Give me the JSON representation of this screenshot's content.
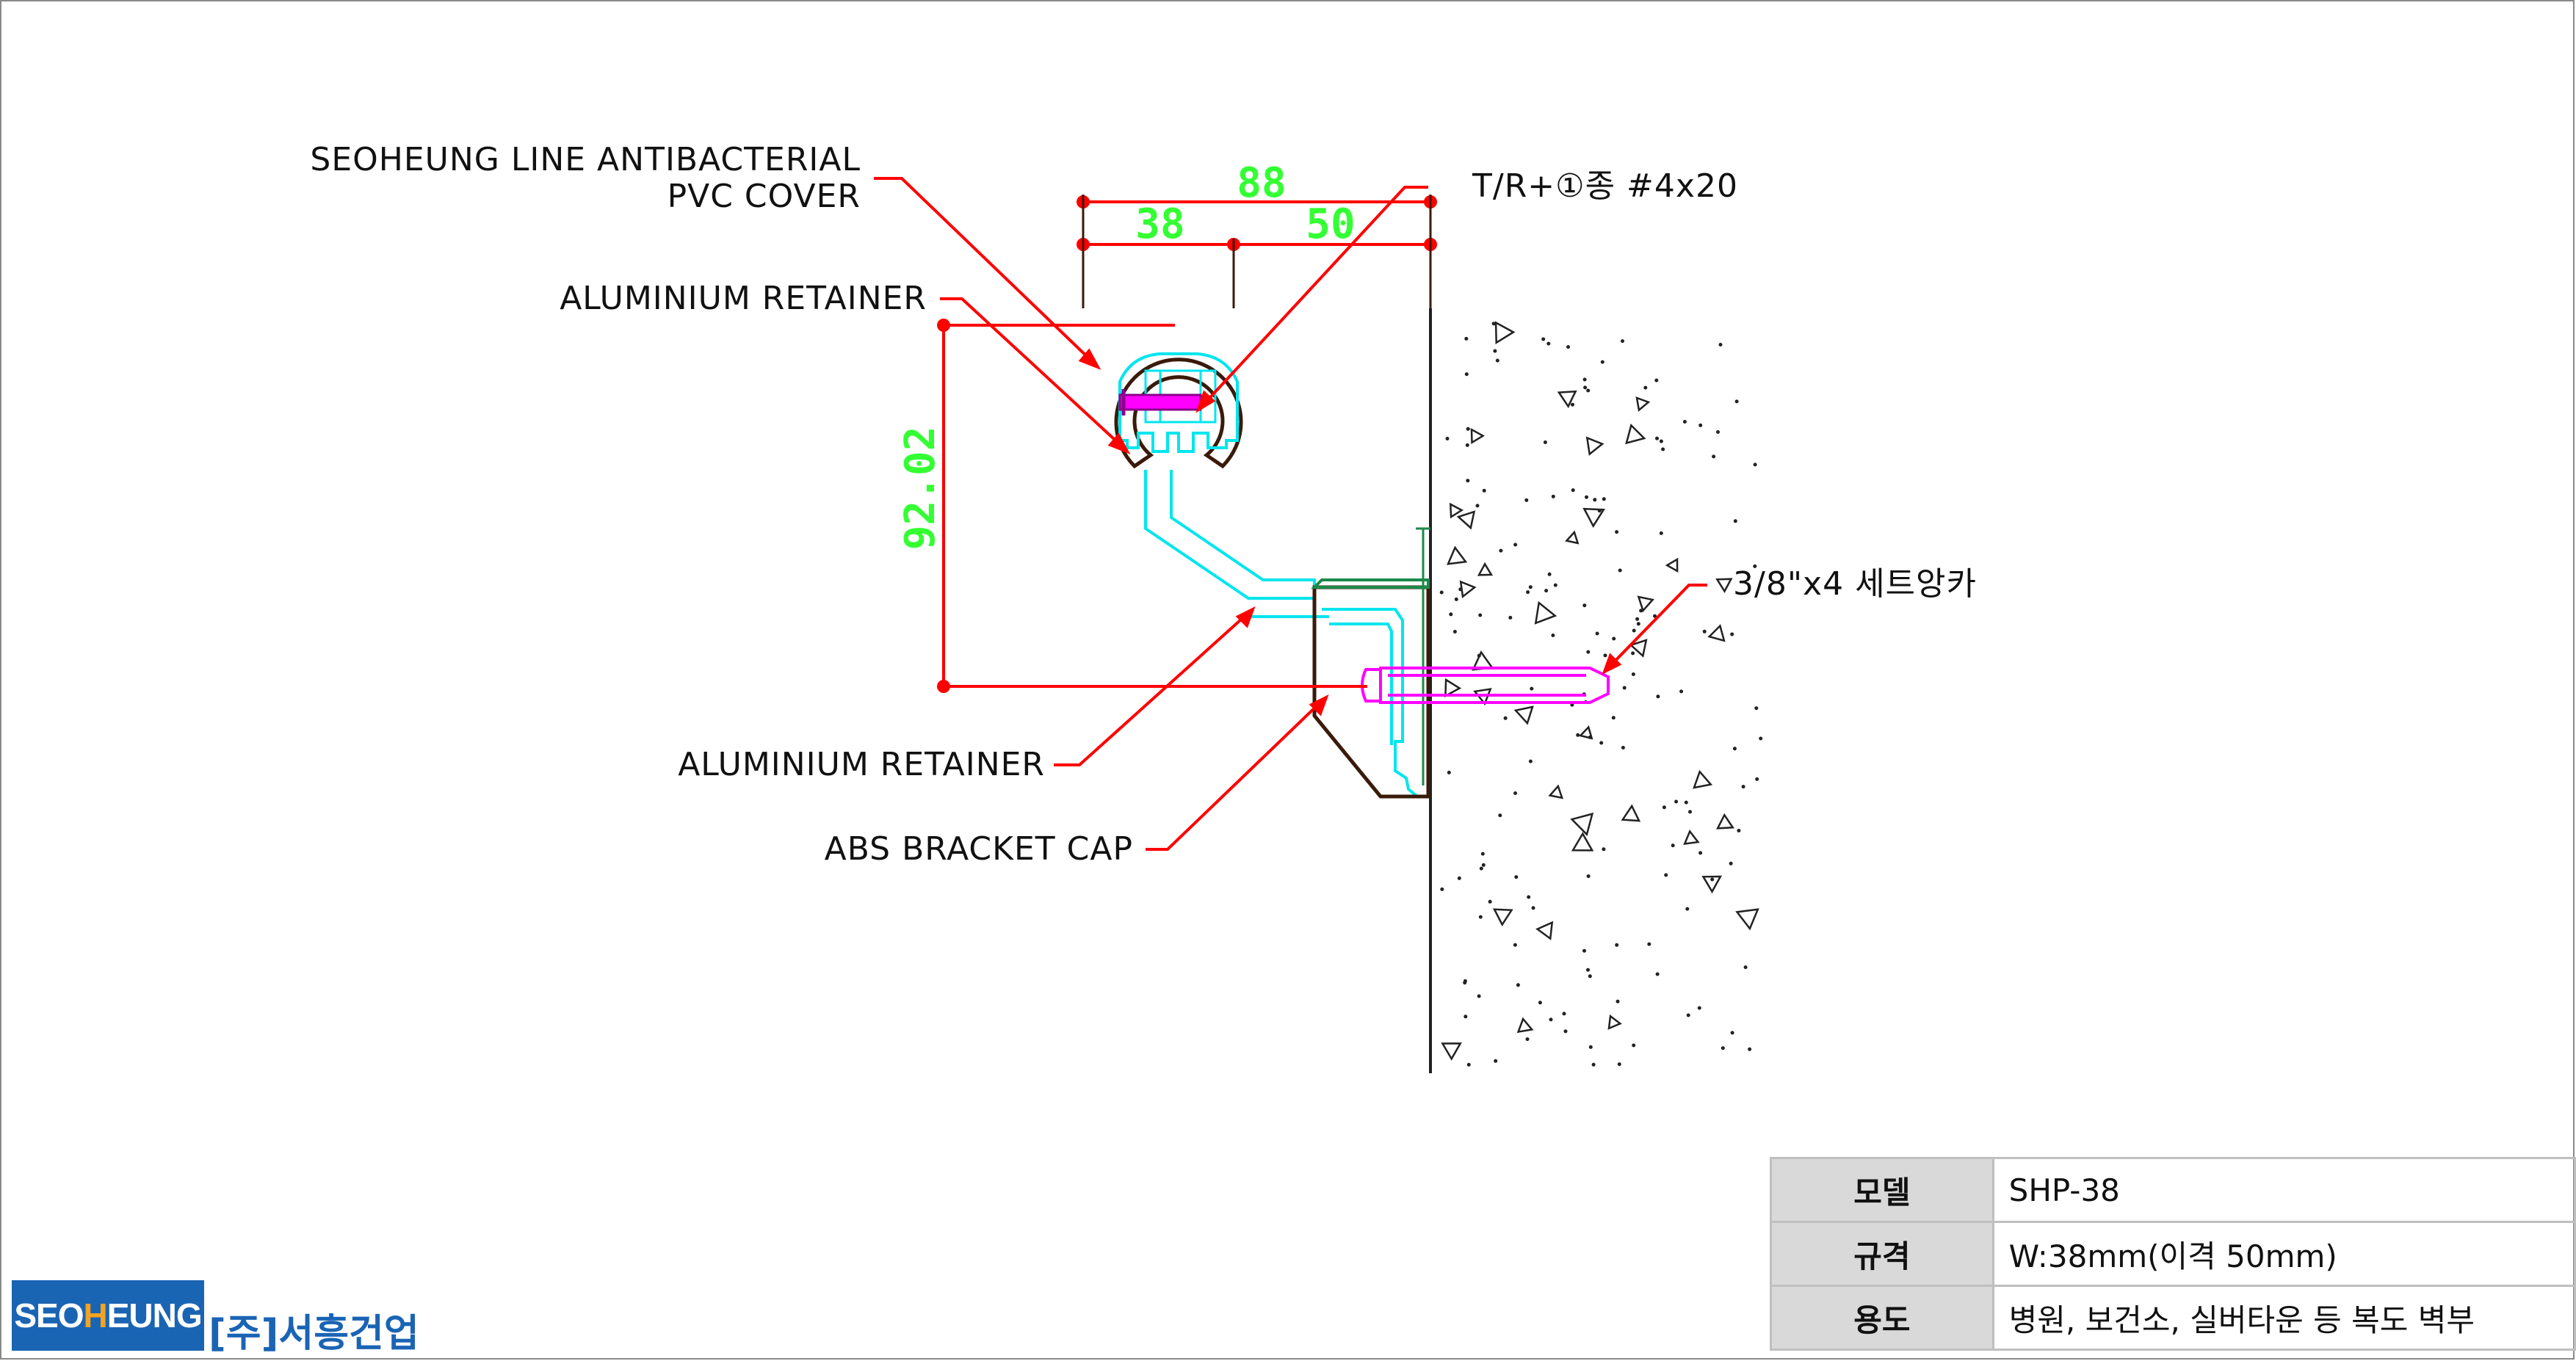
{
  "labels": {
    "pvc_cover_line1": "SEOHEUNG LINE ANTIBACTERIAL",
    "pvc_cover_line2": "PVC COVER",
    "retainer_top": "ALUMINIUM RETAINER",
    "retainer_bottom": "ALUMINIUM RETAINER",
    "bracket_cap": "ABS BRACKET CAP",
    "screw": "T/R+①종 #4x20",
    "anchor": "3/8\"x4 세트앙카"
  },
  "dimensions": {
    "total_width": "88",
    "handrail_width": "38",
    "wall_gap": "50",
    "height": "92.02"
  },
  "spec_table": [
    {
      "key": "모델",
      "value": "SHP-38"
    },
    {
      "key": "규격",
      "value": "W:38mm(이격 50mm)"
    },
    {
      "key": "용도",
      "value": "병원, 보건소, 실버타운 등 복도 벽부"
    }
  ],
  "brand": {
    "logo_pre": "SEO",
    "logo_highlight": "H",
    "logo_post": "EUNG",
    "company_name": "[주]서흥건업"
  },
  "colors": {
    "leader": "#ff0000",
    "dimension_text": "#33ff33",
    "retainer": "#00e5ee",
    "screw": "#ff00ff",
    "cover": "#3a1a0a",
    "brand": "#1a64b4"
  }
}
